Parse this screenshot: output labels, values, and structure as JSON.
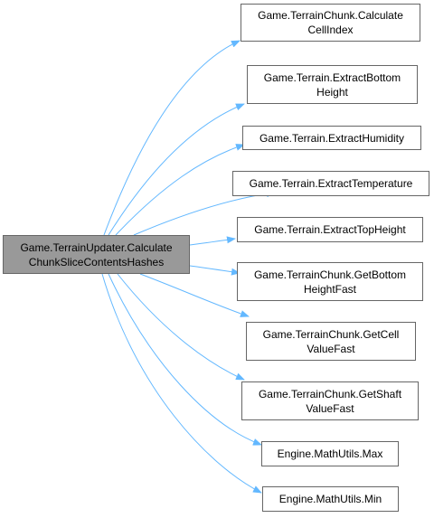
{
  "root": {
    "line1": "Game.TerrainUpdater.Calculate",
    "line2": "ChunkSliceContentsHashes"
  },
  "callees": [
    {
      "line1": "Game.TerrainChunk.Calculate",
      "line2": "CellIndex"
    },
    {
      "line1": "Game.Terrain.ExtractBottom",
      "line2": "Height"
    },
    {
      "line1": "Game.Terrain.ExtractHumidity",
      "line2": ""
    },
    {
      "line1": "Game.Terrain.ExtractTemperature",
      "line2": ""
    },
    {
      "line1": "Game.Terrain.ExtractTopHeight",
      "line2": ""
    },
    {
      "line1": "Game.TerrainChunk.GetBottom",
      "line2": "HeightFast"
    },
    {
      "line1": "Game.TerrainChunk.GetCell",
      "line2": "ValueFast"
    },
    {
      "line1": "Game.TerrainChunk.GetShaft",
      "line2": "ValueFast"
    },
    {
      "line1": "Engine.MathUtils.Max",
      "line2": ""
    },
    {
      "line1": "Engine.MathUtils.Min",
      "line2": ""
    }
  ],
  "colors": {
    "edge": "#63b8ff",
    "node_border": "#666666",
    "root_fill": "#999999"
  }
}
